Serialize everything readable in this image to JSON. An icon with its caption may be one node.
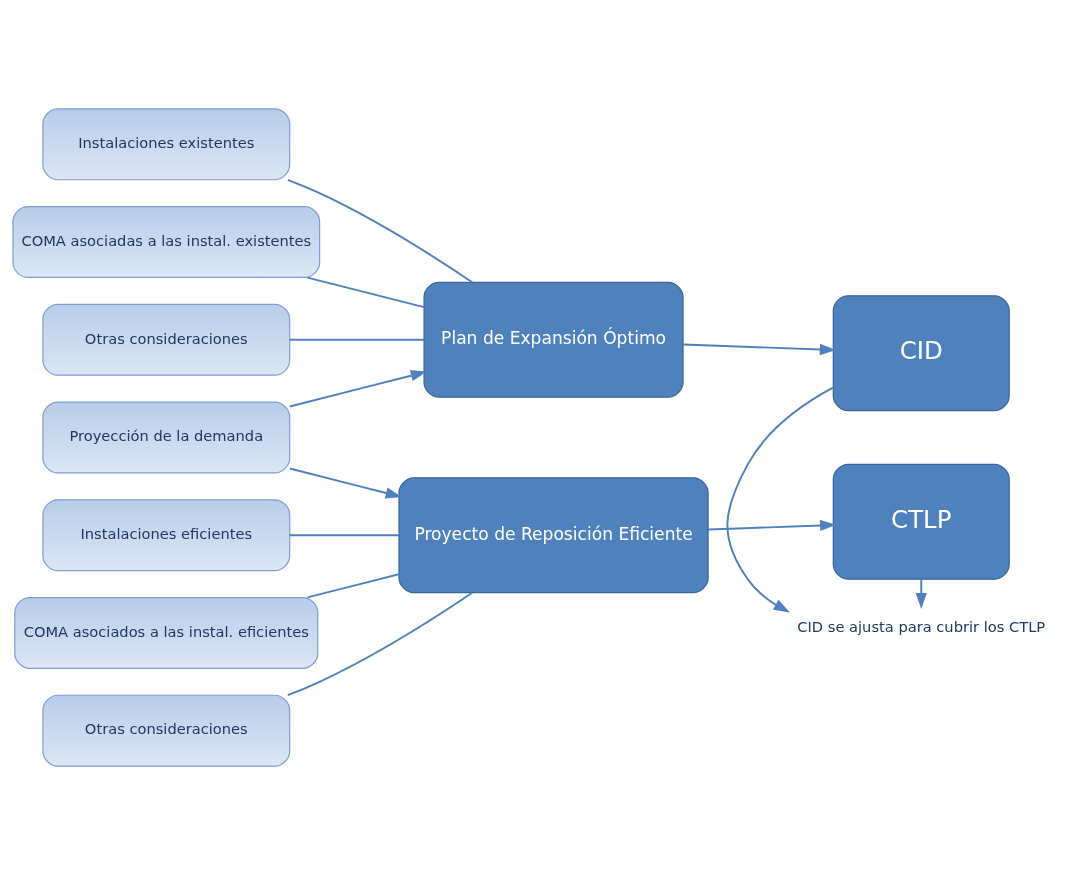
{
  "diagram": {
    "nodes": [
      {
        "text": [
          "Instalaciones existentes"
        ]
      },
      {
        "text": [
          "COMA asociadas a las instal. existentes"
        ]
      },
      {
        "text": [
          "Otras consideraciones"
        ]
      },
      {
        "text": [
          "Plan de Expansión Óptimo"
        ]
      },
      {
        "text": [
          "CID"
        ]
      },
      {
        "text": [
          "Proyección de la demanda"
        ]
      },
      {
        "text": [
          "CID se ajusta para cubrir los CTLP"
        ]
      },
      {
        "text": [
          "Instalaciones eficientes"
        ]
      },
      {
        "text": [
          "COMA asociados a las instal. eficientes"
        ]
      },
      {
        "text": [
          "Otras consideraciones"
        ]
      },
      {
        "text": [
          "Proyecto de Reposición Eficiente"
        ]
      },
      {
        "text": [
          "CTLP"
        ]
      }
    ],
    "edges": [
      {
        "from": 0,
        "to": 3,
        "arrow": "none"
      },
      {
        "from": 1,
        "to": 3,
        "arrow": "none"
      },
      {
        "from": 2,
        "to": 3,
        "arrow": "none"
      },
      {
        "from": 3,
        "to": 4,
        "arrow": "to"
      },
      {
        "from": 5,
        "to": 3,
        "arrow": "to"
      },
      {
        "from": 5,
        "to": 10,
        "arrow": "to"
      },
      {
        "from": 4,
        "to": 6,
        "arrow": "to"
      },
      {
        "from": 11,
        "to": 6,
        "arrow": "to"
      },
      {
        "from": 7,
        "to": 10,
        "arrow": "none"
      },
      {
        "from": 8,
        "to": 10,
        "arrow": "none"
      },
      {
        "from": 9,
        "to": 10,
        "arrow": "none"
      },
      {
        "from": 10,
        "to": 11,
        "arrow": "to"
      }
    ]
  }
}
